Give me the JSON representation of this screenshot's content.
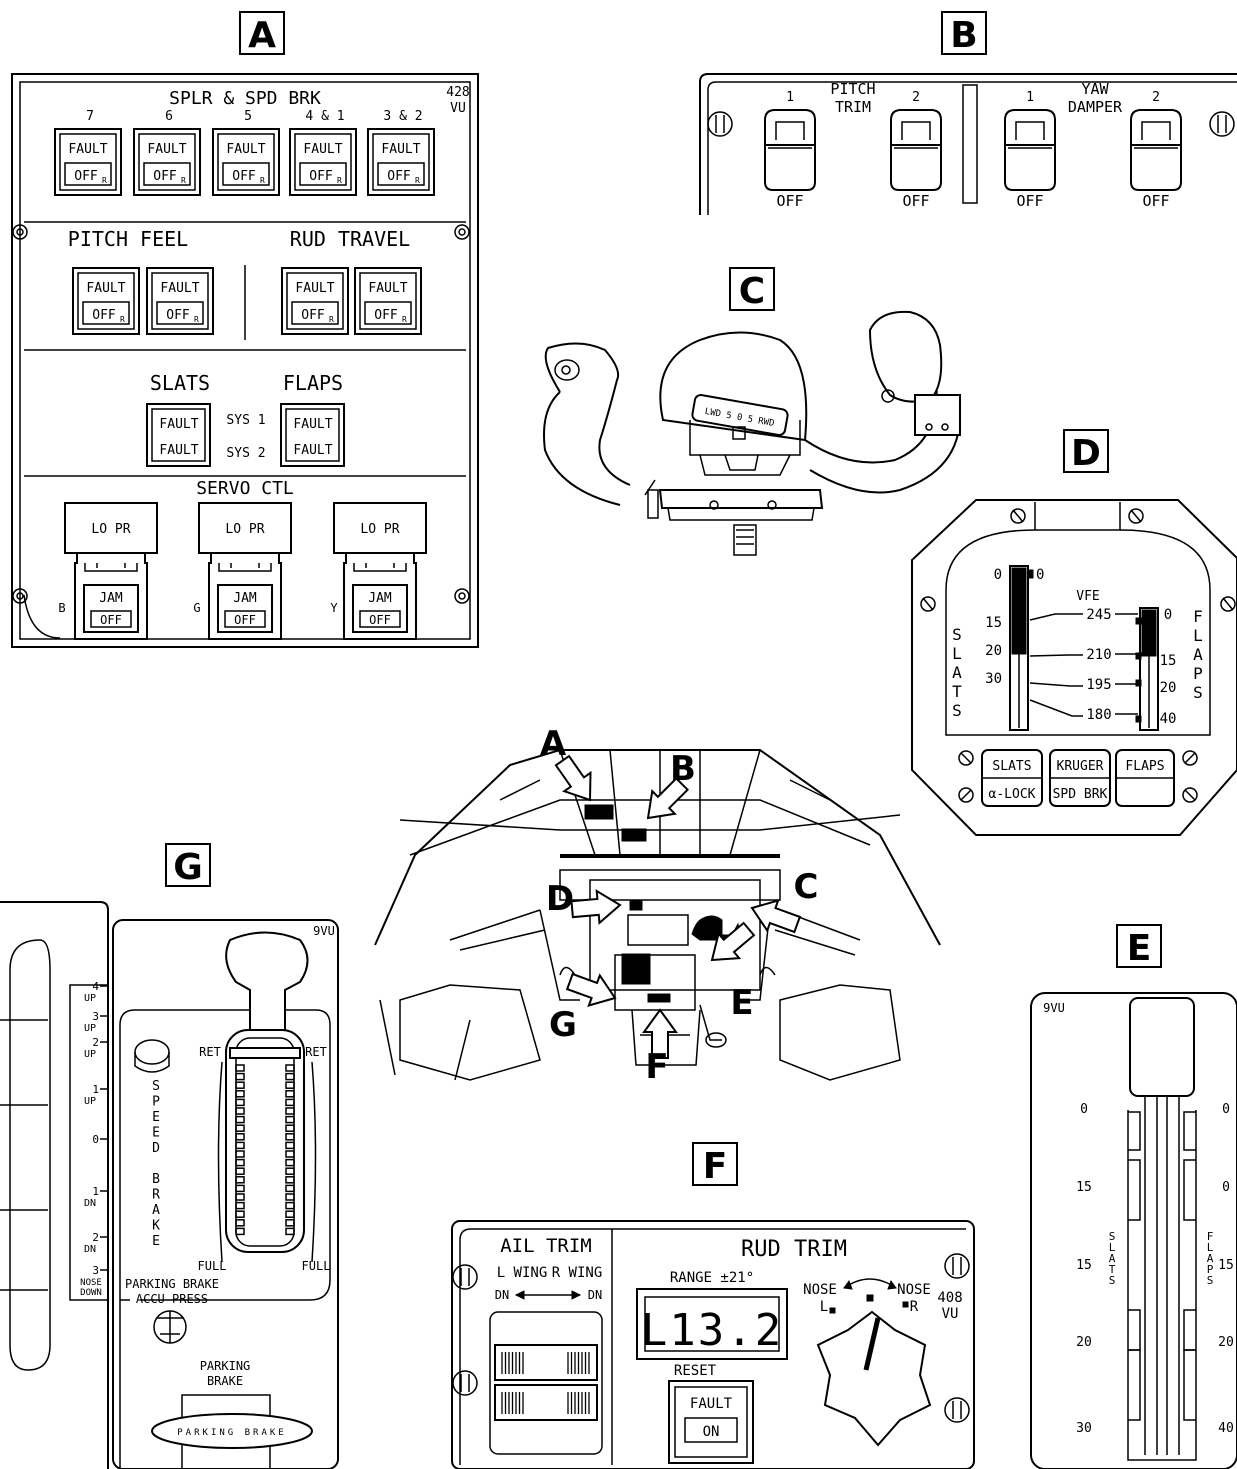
{
  "panel_labels": {
    "a": "A",
    "b": "B",
    "c": "C",
    "d": "D",
    "e": "E",
    "f": "F",
    "g": "G"
  },
  "panel_a": {
    "vu": [
      "428",
      "VU"
    ],
    "splr_title": "SPLR & SPD BRK",
    "splr_numbers": [
      "7",
      "6",
      "5",
      "4 & 1",
      "3 & 2"
    ],
    "fault": "FAULT",
    "off": "OFF",
    "r": "R",
    "pitch_feel": "PITCH FEEL",
    "rud_travel": "RUD TRAVEL",
    "slats": "SLATS",
    "flaps": "FLAPS",
    "sys1": "SYS 1",
    "sys2": "SYS 2",
    "servo_ctl": "SERVO CTL",
    "lo_pr": "LO PR",
    "jam": "JAM",
    "circuits": [
      "B",
      "G",
      "Y"
    ]
  },
  "panel_b": {
    "pitch_trim": [
      "PITCH",
      "TRIM"
    ],
    "yaw_damper": [
      "YAW",
      "DAMPER"
    ],
    "nums": [
      "1",
      "2",
      "1",
      "2"
    ],
    "off": "OFF"
  },
  "panel_c": {
    "scale": "LWD 5 0 5 RWD"
  },
  "panel_d": {
    "vfe": "VFE",
    "slats_vert": "SLATS",
    "flaps_vert": "FLAPS",
    "slat_marks": [
      "0",
      "15",
      "20",
      "30"
    ],
    "speeds": [
      "245",
      "210",
      "195",
      "180"
    ],
    "flap_marks": [
      "0",
      "15",
      "20",
      "40"
    ],
    "slat_zero": "0",
    "btn_slats": "SLATS",
    "btn_alock": "α-LOCK",
    "btn_kruger": "KRUGER",
    "btn_spdbrk": "SPD BRK",
    "btn_flaps": "FLAPS"
  },
  "panel_e": {
    "vu": "9VU",
    "left_marks": [
      "0",
      "15",
      "15",
      "20",
      "30"
    ],
    "right_marks": [
      "0",
      "0",
      "15",
      "20",
      "40"
    ],
    "slats_vert": "SLATS",
    "flaps_vert": "FLAPS"
  },
  "panel_f": {
    "ail_trim": "AIL TRIM",
    "l_wing": "L WING",
    "r_wing": "R WING",
    "dn": "DN",
    "rud_trim": "RUD TRIM",
    "range": "RANGE ±21°",
    "display": "L13.2",
    "nose": "NOSE",
    "l": "L",
    "r": "R",
    "vu": [
      "408",
      "VU"
    ],
    "reset": "RESET",
    "fault": "FAULT",
    "on": "ON"
  },
  "panel_g": {
    "vu": "9VU",
    "scale": [
      [
        "4",
        "UP"
      ],
      [
        "3",
        "UP"
      ],
      [
        "2",
        "UP"
      ],
      [
        "1",
        "UP"
      ],
      [
        "0",
        ""
      ],
      [
        "1",
        "DN"
      ],
      [
        "2",
        "DN"
      ],
      [
        "3",
        "NOSE DOWN"
      ]
    ],
    "speed_brake_vert": "SPEED BRAKE",
    "ret": "RET",
    "full": "FULL",
    "parking_brake_accu": [
      "PARKING BRAKE",
      "ACCU PRESS"
    ],
    "parking_brake": [
      "PARKING",
      "BRAKE"
    ],
    "handle_text": "PARKING BRAKE"
  },
  "cockpit_labels": [
    "A",
    "B",
    "C",
    "D",
    "E",
    "F",
    "G"
  ]
}
